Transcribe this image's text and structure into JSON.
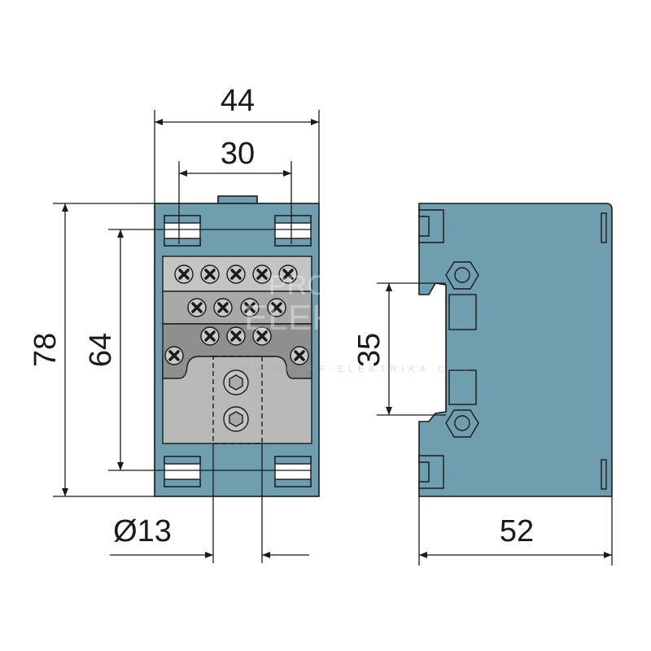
{
  "title": "Distribution block dimensional drawing",
  "dimensions": {
    "width_total": "44",
    "width_mount": "30",
    "height_total": "78",
    "height_mount": "64",
    "hole_diameter": "Ø13",
    "din_rail": "35",
    "depth": "52"
  },
  "watermark": {
    "line1": "PROFF",
    "line2": "ELEKTRIKA",
    "url": "WWW.PROFF-ELEKTRIKA.COM.UA"
  },
  "colors": {
    "housing": "#6f9fae",
    "bar_light": "#c4c4c4",
    "bar_mid": "#a9a9a9",
    "bar_dark": "#8f8f8f",
    "base": "#b9b9b9"
  }
}
